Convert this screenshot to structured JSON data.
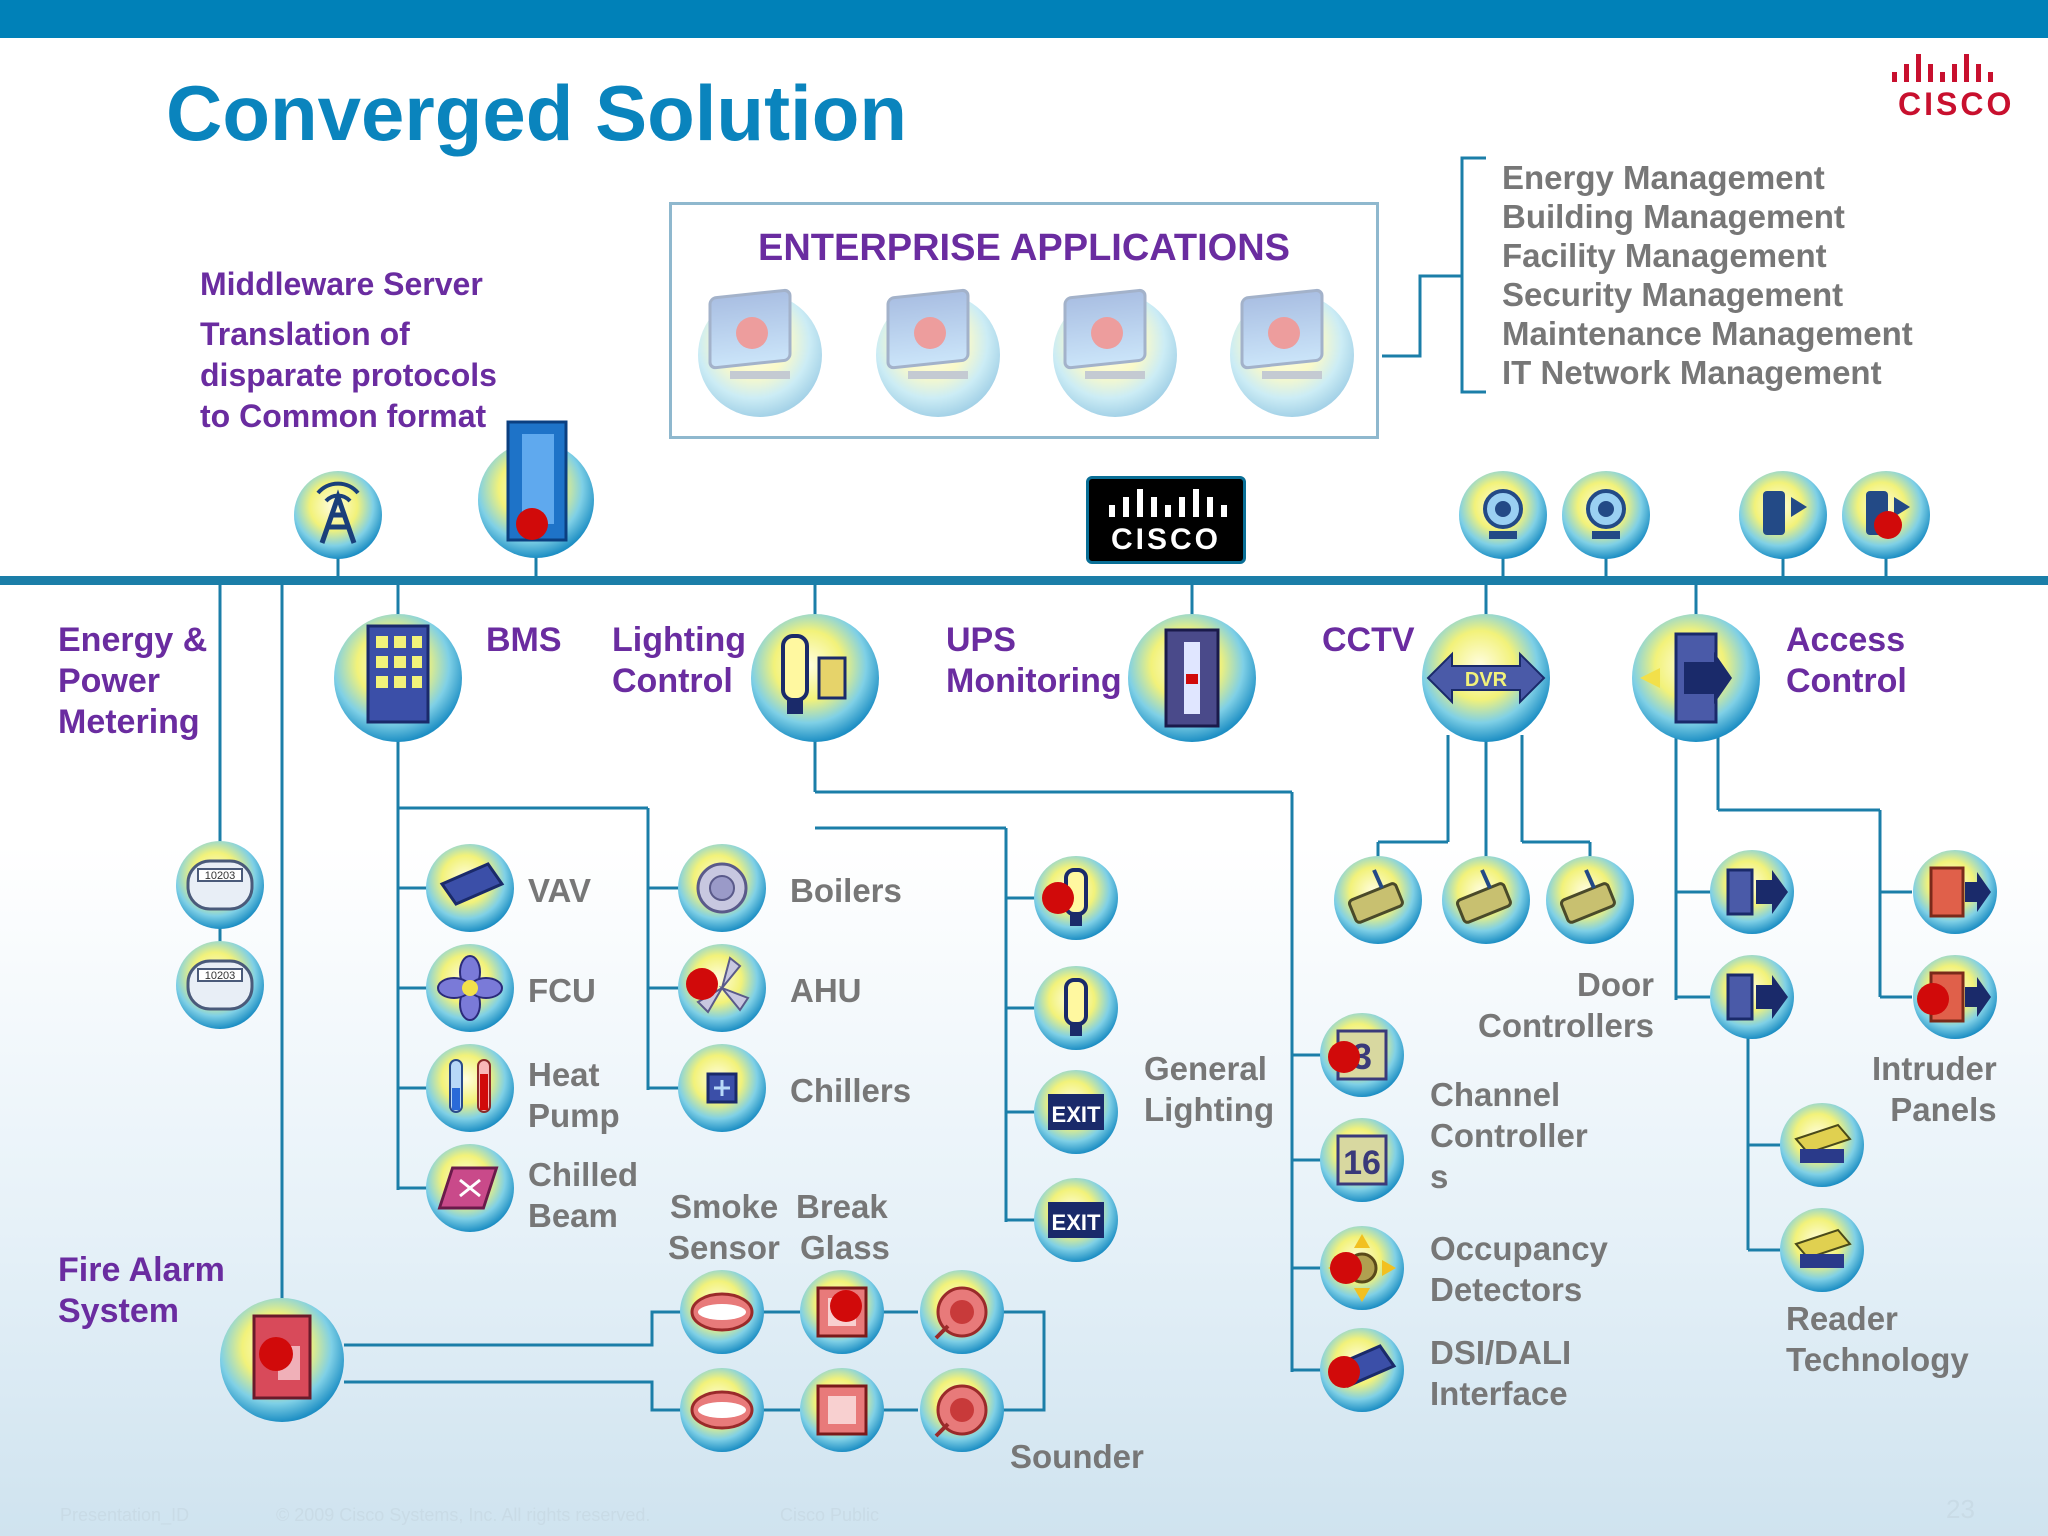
{
  "slide": {
    "title": "Converged Solution",
    "logo_text": "CISCO",
    "footer": {
      "presentation_id": "Presentation_ID",
      "copyright": "© 2009 Cisco Systems, Inc. All rights reserved.",
      "classification": "Cisco Public",
      "page_number": "23"
    }
  },
  "enterprise": {
    "title": "ENTERPRISE APPLICATIONS",
    "management_list": [
      "Energy Management",
      "Building Management",
      "Facility Management",
      "Security Management",
      "Maintenance Management",
      "IT Network Management"
    ]
  },
  "middleware": {
    "title": "Middleware Server",
    "description": "Translation of\ndisparate protocols\nto Common format"
  },
  "subsystems": {
    "energy": "Energy &\nPower\nMetering",
    "bms": "BMS",
    "lighting": "Lighting\nControl",
    "ups": "UPS\nMonitoring",
    "cctv": "CCTV",
    "access": "Access\nControl",
    "fire": "Fire Alarm\nSystem"
  },
  "devices": {
    "vav": "VAV",
    "fcu": "FCU",
    "heat_pump": "Heat\nPump",
    "chilled_beam": "Chilled\nBeam",
    "boilers": "Boilers",
    "ahu": "AHU",
    "chillers": "Chillers",
    "general_lighting": "General\nLighting",
    "door_controllers": "Door\nControllers",
    "channel_controllers": "Channel\nController\ns",
    "occupancy": "Occupancy\nDetectors",
    "dsi_dali": "DSI/DALI\nInterface",
    "intruder": "Intruder\nPanels",
    "reader": "Reader\nTechnology",
    "smoke": "Smoke",
    "break_glass": "Break",
    "glass": "Glass",
    "sensor": "Sensor",
    "sounder": "Sounder",
    "dvr": "DVR",
    "exit": "EXIT",
    "meter": "10203",
    "ch3": "3",
    "ch16": "16"
  },
  "colors": {
    "accent_blue": "#0a84bd",
    "bar_blue": "#0081b8",
    "label_purple": "#6a2ca0",
    "label_grey": "#777777",
    "line_blue": "#1b7ea8",
    "status_red": "#d10a0a"
  }
}
